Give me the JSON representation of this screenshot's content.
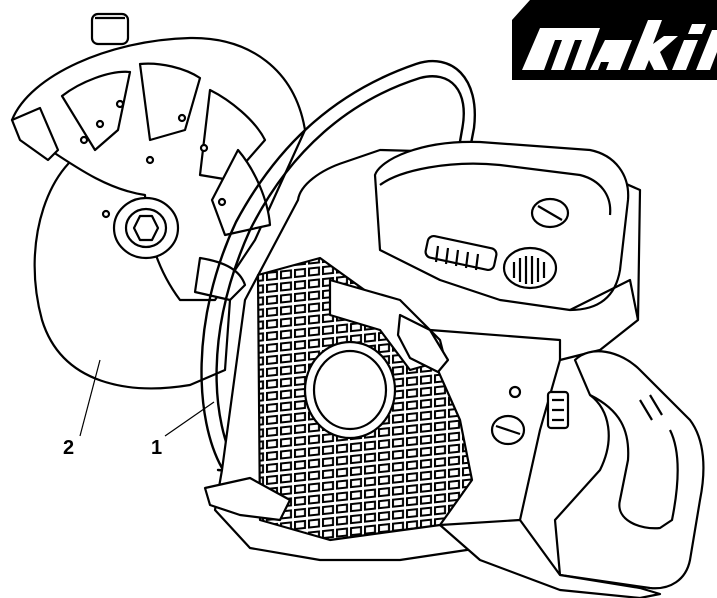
{
  "brand": {
    "logo_text": "makita",
    "logo_bg": "#000000",
    "logo_fg": "#ffffff"
  },
  "callouts": [
    {
      "id": "1",
      "label": "1"
    },
    {
      "id": "2",
      "label": "2"
    }
  ],
  "colors": {
    "line": "#000000",
    "fill": "#ffffff",
    "shade": "#c8c8c8"
  }
}
